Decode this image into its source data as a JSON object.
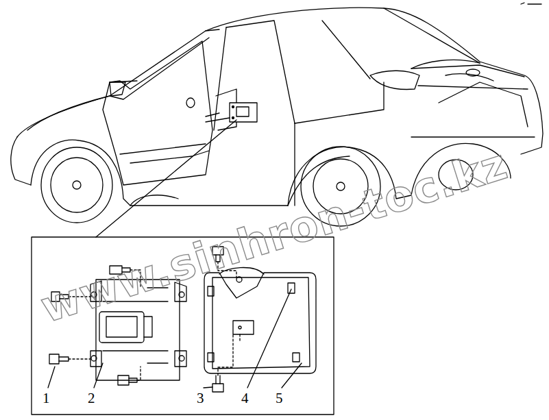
{
  "diagram": {
    "labels": [
      "1",
      "2",
      "3",
      "4",
      "5",
      "www.sinhron-toc.kz"
    ]
  }
}
